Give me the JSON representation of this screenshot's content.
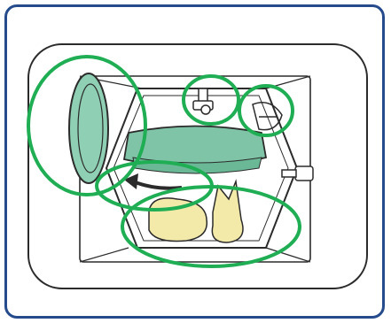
{
  "diagram": {
    "subject": "washing-machine-drum-interior",
    "colors": {
      "frame_border": "#254b8c",
      "line_art": "#2b2b2b",
      "highlight_circles": "#1fae54",
      "inner_tray": "#7fc4a6",
      "laundry": "#f3eaaa",
      "door": "#8fd0b5"
    },
    "highlights": [
      {
        "label": "door-seal"
      },
      {
        "label": "dispenser-nozzle"
      },
      {
        "label": "rear-hinge"
      },
      {
        "label": "rotation-arrow"
      },
      {
        "label": "laundry-load"
      }
    ]
  }
}
